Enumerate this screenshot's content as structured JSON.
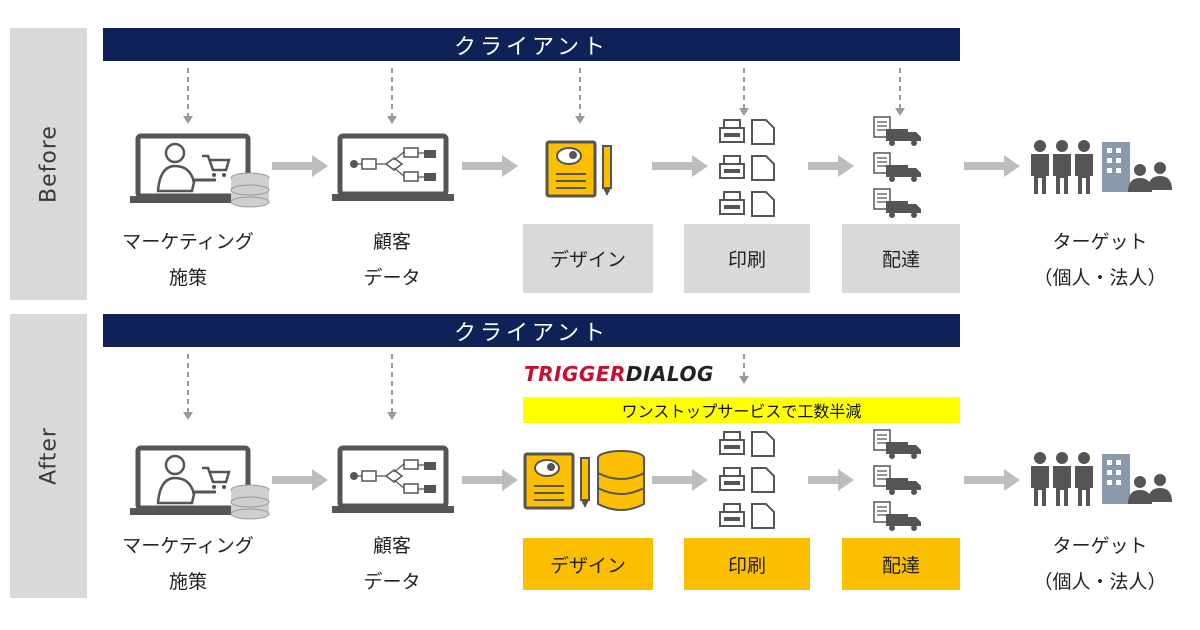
{
  "rows": [
    {
      "key": "before",
      "side_label": "Before",
      "client_label": "クライアント",
      "steps": {
        "marketing": [
          "マーケティング",
          "施策"
        ],
        "customer": [
          "顧客",
          "データ"
        ],
        "design": "デザイン",
        "print": "印刷",
        "delivery": "配達",
        "target": [
          "ターゲット",
          "（個人・法人）"
        ]
      }
    },
    {
      "key": "after",
      "side_label": "After",
      "client_label": "クライアント",
      "brand": {
        "red": "TRIGGER",
        "black": "DIALOG"
      },
      "banner": "ワンストップサービスで工数半減",
      "steps": {
        "marketing": [
          "マーケティング",
          "施策"
        ],
        "customer": [
          "顧客",
          "データ"
        ],
        "design": "デザイン",
        "print": "印刷",
        "delivery": "配達",
        "target": [
          "ターゲット",
          "（個人・法人）"
        ]
      }
    }
  ],
  "colors": {
    "navy": "#0e2258",
    "gold": "#fcbf00",
    "grey_box": "#d9d9d9",
    "banner": "#ffff00",
    "brand_red": "#c8102e"
  },
  "icons": [
    "laptop-shopper-icon",
    "laptop-flowchart-icon",
    "design-pad-icon",
    "database-icon",
    "printer-document-icon",
    "truck-document-icon",
    "people-building-icon"
  ]
}
